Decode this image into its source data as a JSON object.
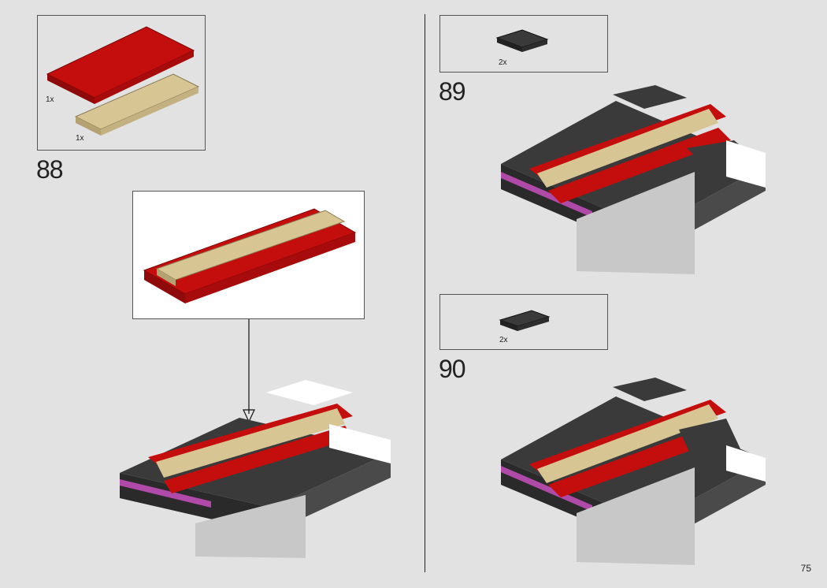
{
  "page_number": "75",
  "steps": [
    {
      "number": "88",
      "parts": [
        {
          "qty": "1x",
          "part": "red-plate-icon",
          "color": "#c40d0d"
        },
        {
          "qty": "1x",
          "part": "tan-plate-icon",
          "color": "#d8c594"
        }
      ]
    },
    {
      "number": "89",
      "parts": [
        {
          "qty": "2x",
          "part": "dark-gray-plate-icon",
          "color": "#3a3a3a"
        }
      ]
    },
    {
      "number": "90",
      "parts": [
        {
          "qty": "2x",
          "part": "dark-gray-plate-icon",
          "color": "#3a3a3a"
        }
      ]
    }
  ],
  "colors": {
    "background": "#e2e2e2",
    "red": "#c40d0d",
    "tan": "#d8c594",
    "dark_gray": "#3a3a3a",
    "light_gray": "#c8c8c8",
    "magenta": "#b04aa8",
    "white": "#ffffff"
  }
}
